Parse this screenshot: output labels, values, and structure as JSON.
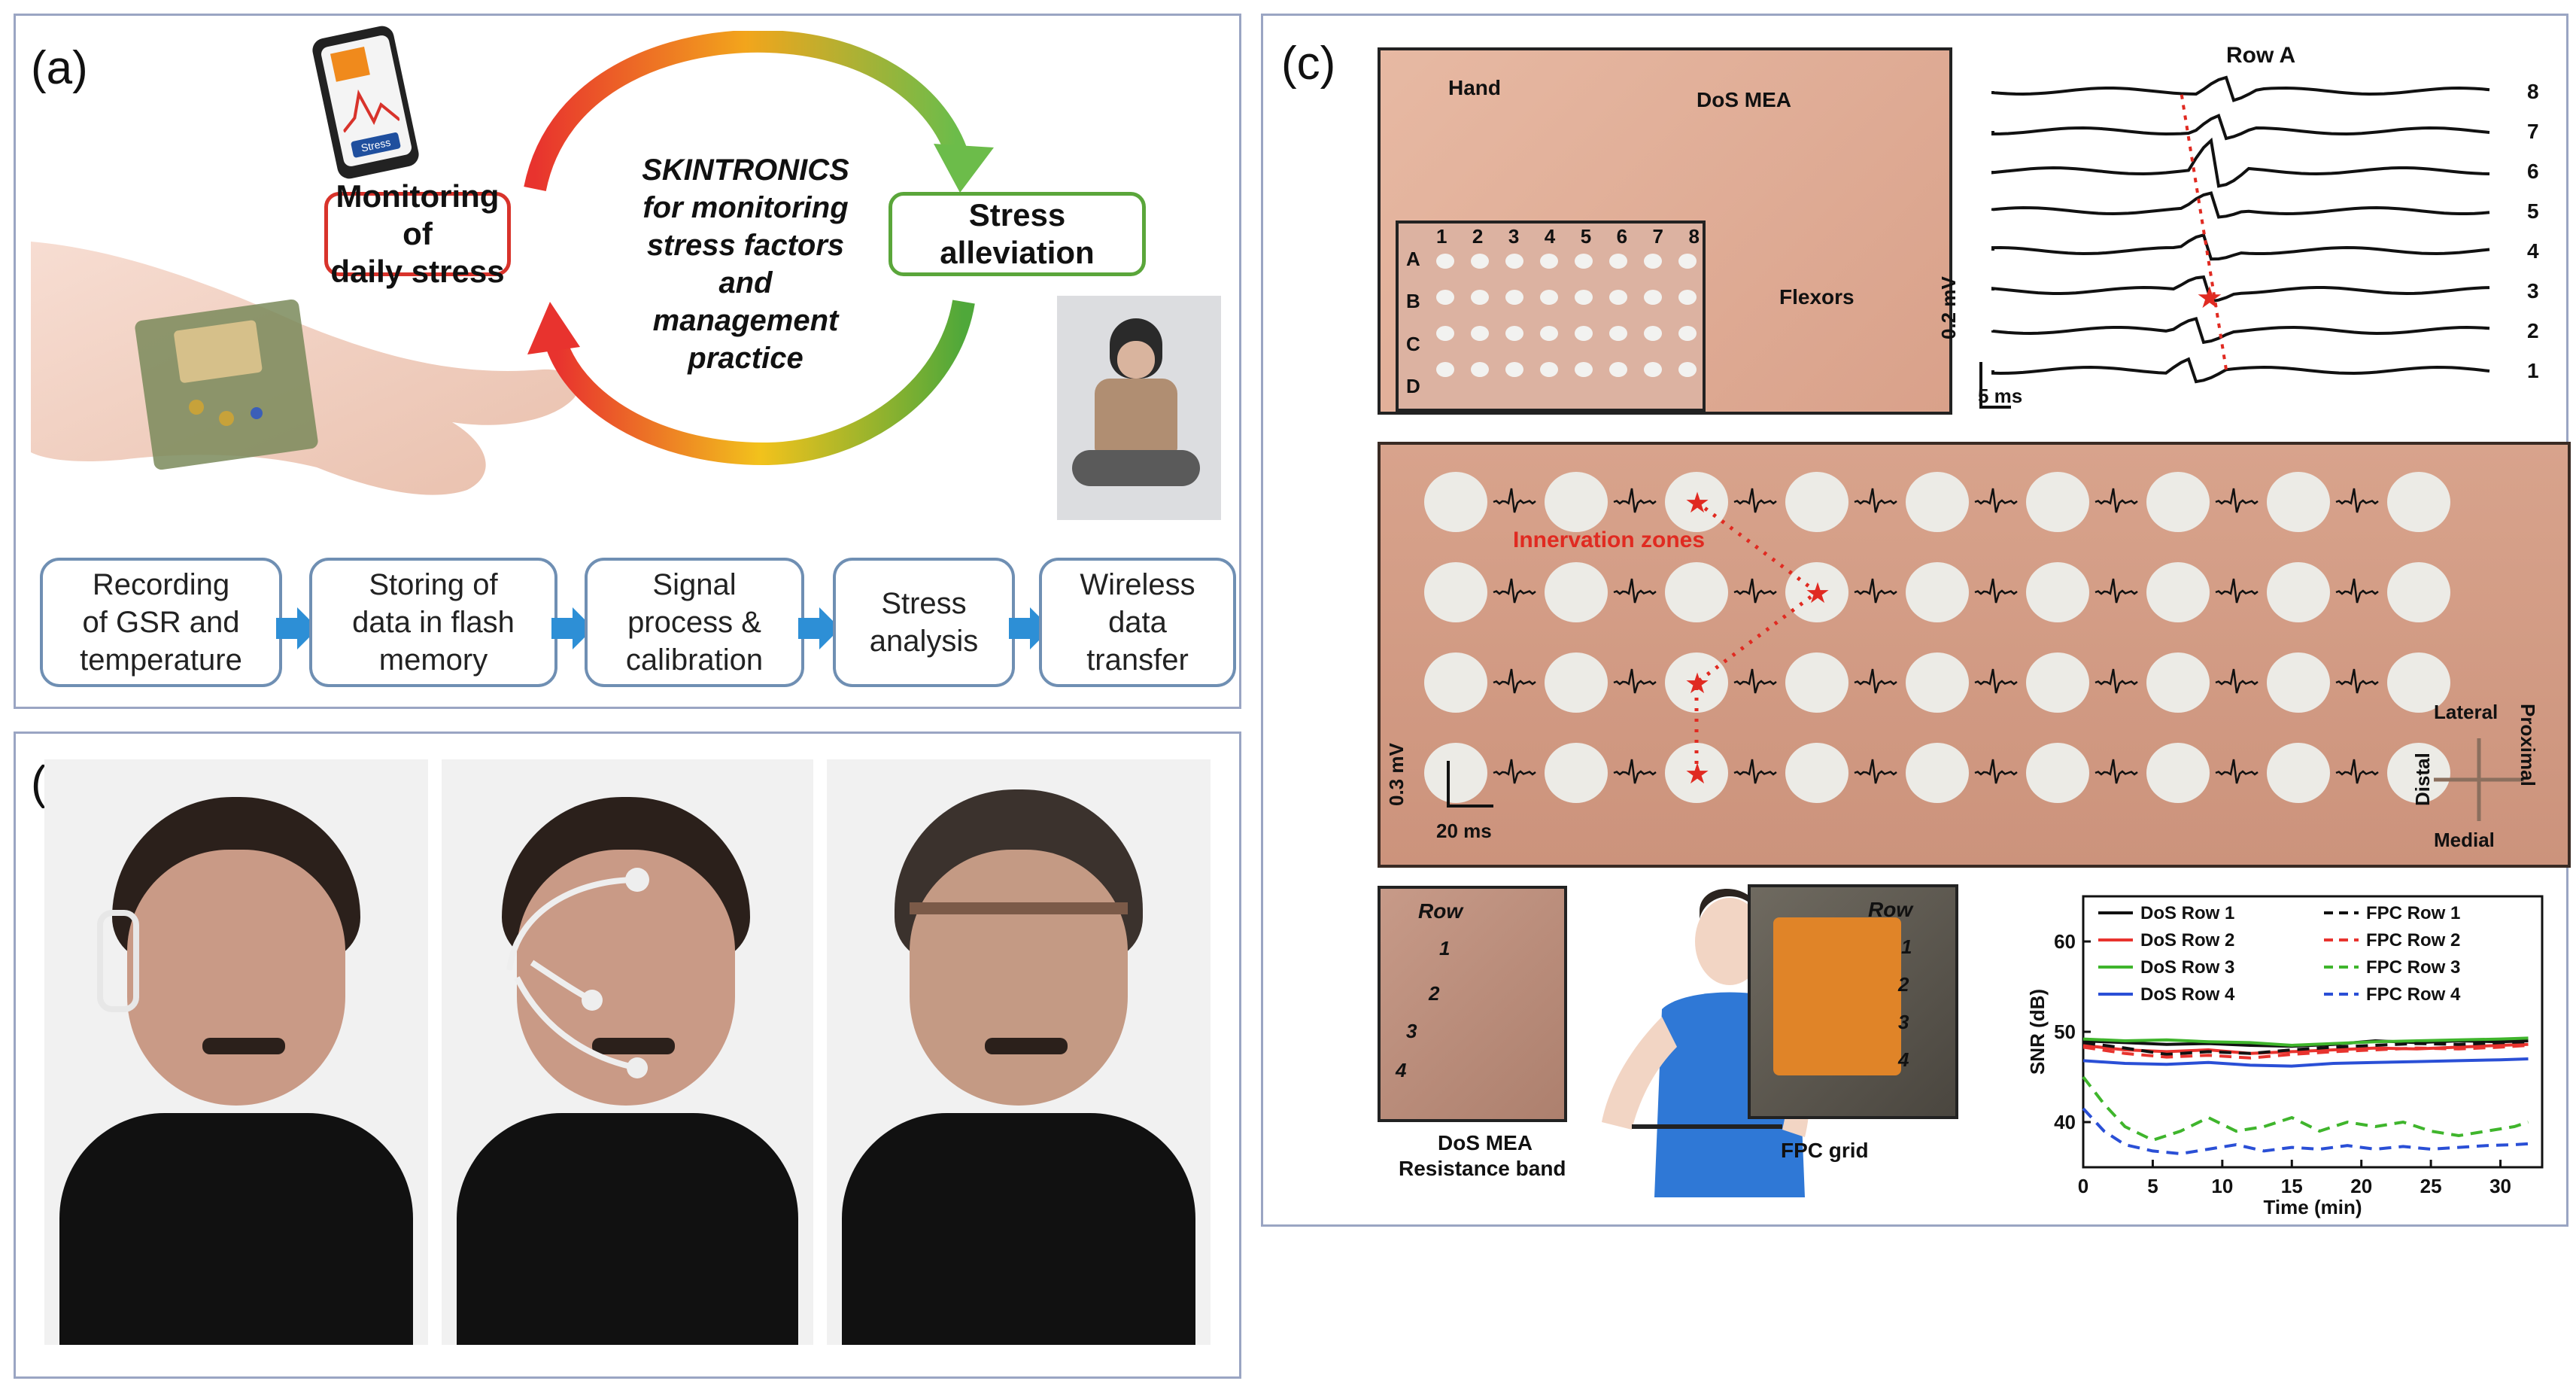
{
  "panel_a": {
    "label": "(a)",
    "phone_screen_text": "Stress",
    "monitoring_label": "Monitoring of\ndaily stress",
    "alleviation_label": "Stress\nalleviation",
    "center_text": "SKINTRONICS\nfor monitoring\nstress factors\nand\nmanagement\npractice",
    "flow_steps": [
      "Recording\nof GSR and\ntemperature",
      "Storing of\ndata in flash\nmemory",
      "Signal\nprocess &\ncalibration",
      "Stress\nanalysis",
      "Wireless\ndata\ntransfer"
    ],
    "colors": {
      "monitoring_border": "#d8332b",
      "alleviation_border": "#5aa63a",
      "flow_border": "#6f8fb3",
      "flow_arrow": "#2d8fd6"
    }
  },
  "panel_b": {
    "label": "(b)",
    "photos": [
      "portrait-ear-sensor",
      "portrait-face-electrodes",
      "portrait-headband"
    ]
  },
  "panel_c": {
    "label": "(c)",
    "inset_photo": {
      "hand": "Hand",
      "dos_mea": "DoS MEA",
      "flexors": "Flexors",
      "columns": [
        "1",
        "2",
        "3",
        "4",
        "5",
        "6",
        "7",
        "8"
      ],
      "rows": [
        "A",
        "B",
        "C",
        "D"
      ]
    },
    "traces": {
      "title": "Row A",
      "channels": [
        "8",
        "7",
        "6",
        "5",
        "4",
        "3",
        "2",
        "1"
      ],
      "scale_v": "0.2 mV",
      "scale_t": "5 ms"
    },
    "array_map": {
      "innervation_label": "Innervation zones",
      "scale_v": "0.3 mV",
      "scale_t": "20 ms",
      "compass": {
        "top": "Lateral",
        "bottom": "Medial",
        "left": "Distal",
        "right": "Proximal"
      }
    },
    "setup": {
      "row_label": "Row",
      "row_numbers": [
        "1",
        "2",
        "3",
        "4"
      ],
      "dos_mea": "DoS MEA",
      "resistance_band": "Resistance band",
      "fpc_grid": "FPC grid"
    },
    "snr_chart": {
      "ylabel": "SNR (dB)",
      "xlabel": "Time (min)"
    }
  },
  "chart_data": {
    "type": "line",
    "title": "",
    "xlabel": "Time (min)",
    "ylabel": "SNR (dB)",
    "xlim": [
      0,
      33
    ],
    "ylim": [
      35,
      65
    ],
    "xticks": [
      0,
      5,
      10,
      15,
      20,
      25,
      30
    ],
    "yticks": [
      40,
      50,
      60
    ],
    "legend_position": "top",
    "series": [
      {
        "name": "DoS Row 1",
        "color": "#111111",
        "dash": false,
        "x": [
          0,
          3,
          6,
          9,
          12,
          15,
          18,
          21,
          24,
          27,
          30,
          32
        ],
        "values": [
          49,
          48.8,
          48.6,
          48.7,
          48.5,
          48.4,
          48.6,
          49,
          48.8,
          49,
          48.9,
          49
        ]
      },
      {
        "name": "DoS Row 2",
        "color": "#e8332e",
        "dash": false,
        "x": [
          0,
          3,
          6,
          9,
          12,
          15,
          18,
          21,
          24,
          27,
          30,
          32
        ],
        "values": [
          48.5,
          48,
          47.8,
          48,
          47.6,
          47.8,
          48,
          48.2,
          48.1,
          48.3,
          48.5,
          48.6
        ]
      },
      {
        "name": "DoS Row 3",
        "color": "#3fb52c",
        "dash": false,
        "x": [
          0,
          3,
          6,
          9,
          12,
          15,
          18,
          21,
          24,
          27,
          30,
          32
        ],
        "values": [
          49.2,
          49,
          49.1,
          48.9,
          48.8,
          48.5,
          48.7,
          48.9,
          49,
          49.1,
          49.2,
          49.3
        ]
      },
      {
        "name": "DoS Row 4",
        "color": "#2a4fd6",
        "dash": false,
        "x": [
          0,
          3,
          6,
          9,
          12,
          15,
          18,
          21,
          24,
          27,
          30,
          32
        ],
        "values": [
          46.8,
          46.5,
          46.4,
          46.6,
          46.3,
          46.2,
          46.5,
          46.6,
          46.7,
          46.8,
          46.9,
          47
        ]
      },
      {
        "name": "FPC Row 1",
        "color": "#111111",
        "dash": true,
        "x": [
          0,
          3,
          6,
          9,
          12,
          15,
          18,
          21,
          24,
          27,
          30,
          32
        ],
        "values": [
          48.8,
          48.2,
          47.5,
          47.8,
          47.6,
          48,
          48.3,
          48.5,
          48.7,
          48.6,
          48.8,
          48.9
        ]
      },
      {
        "name": "FPC Row 2",
        "color": "#e8332e",
        "dash": true,
        "x": [
          0,
          3,
          6,
          9,
          12,
          15,
          18,
          21,
          24,
          27,
          30,
          32
        ],
        "values": [
          48.3,
          47.6,
          47.2,
          47.4,
          47.1,
          47.5,
          47.8,
          48,
          48.2,
          48.1,
          48.3,
          48.5
        ]
      },
      {
        "name": "FPC Row 3",
        "color": "#3fb52c",
        "dash": true,
        "x": [
          0,
          1.5,
          3,
          5,
          7,
          9,
          11,
          13,
          15,
          17,
          19,
          21,
          23,
          25,
          27,
          29,
          31,
          32
        ],
        "values": [
          45,
          42,
          39.5,
          38,
          39,
          40.5,
          39,
          39.5,
          40.5,
          39,
          40,
          39.5,
          40,
          39,
          38.5,
          39,
          39.5,
          40
        ]
      },
      {
        "name": "FPC Row 4",
        "color": "#2a4fd6",
        "dash": true,
        "x": [
          0,
          1.5,
          3,
          5,
          7,
          9,
          11,
          13,
          15,
          17,
          19,
          21,
          23,
          25,
          27,
          29,
          31,
          32
        ],
        "values": [
          41.5,
          39,
          37.5,
          36.8,
          36.5,
          37,
          37.5,
          36.8,
          37.2,
          37,
          37.4,
          37,
          37.3,
          37,
          37.2,
          37.4,
          37.5,
          37.6
        ]
      }
    ]
  }
}
